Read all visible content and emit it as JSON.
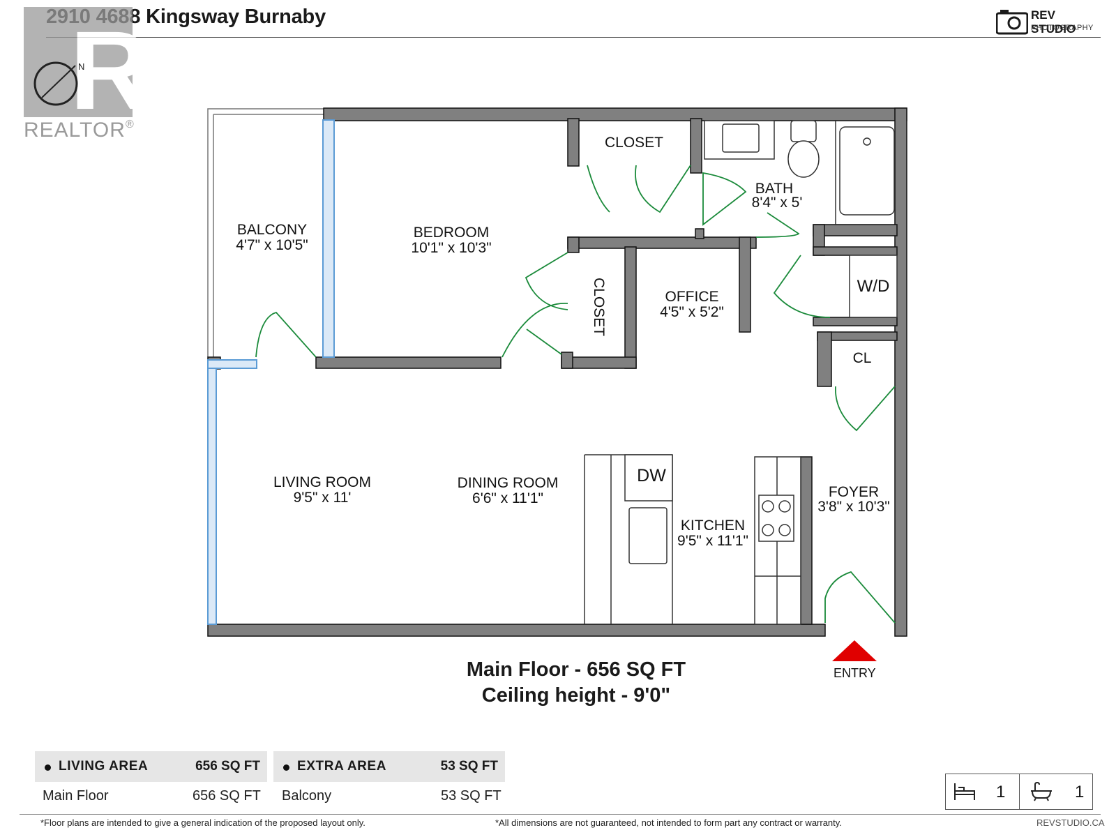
{
  "header": {
    "address": "2910 4688 Kingsway Burnaby",
    "brand_name": "REV STUDIO",
    "brand_sub": "PHOTOGRAPHY"
  },
  "watermark": {
    "word": "REALTOR",
    "mark": "®",
    "letter": "R"
  },
  "rooms": {
    "balcony": {
      "name": "BALCONY",
      "dims": "4'7\" x 10'5\""
    },
    "bedroom": {
      "name": "BEDROOM",
      "dims": "10'1\" x 10'3\""
    },
    "closet_top": {
      "name": "CLOSET"
    },
    "bath": {
      "name": "BATH",
      "dims": "8'4\" x 5'"
    },
    "closet_side": {
      "name": "CLOSET"
    },
    "office": {
      "name": "OFFICE",
      "dims": "4'5\" x 5'2\""
    },
    "wd": {
      "name": "W/D"
    },
    "cl": {
      "name": "CL"
    },
    "living": {
      "name": "LIVING ROOM",
      "dims": "9'5\" x 11'"
    },
    "dining": {
      "name": "DINING ROOM",
      "dims": "6'6\" x 11'1\""
    },
    "dw": {
      "name": "DW"
    },
    "kitchen": {
      "name": "KITCHEN",
      "dims": "9'5\" x 11'1\""
    },
    "foyer": {
      "name": "FOYER",
      "dims": "3'8\" x 10'3\""
    }
  },
  "entry_label": "ENTRY",
  "floor_info": {
    "line1": "Main Floor - 656 SQ FT",
    "line2": "Ceiling height - 9'0\""
  },
  "areas": {
    "living": {
      "label": "LIVING AREA",
      "total": "656 SQ FT",
      "row_name": "Main Floor",
      "row_value": "656  SQ FT"
    },
    "extra": {
      "label": "EXTRA AREA",
      "total": "53 SQ FT",
      "row_name": "Balcony",
      "row_value": "53 SQ FT"
    }
  },
  "counts": {
    "beds": "1",
    "baths": "1"
  },
  "footer": {
    "left": "*Floor plans are intended to give a general indication of the proposed layout only.",
    "middle": "*All dimensions are not guaranteed, not intended to form part any contract or warranty.",
    "right": "REVSTUDIO.CA"
  },
  "colors": {
    "wall": "#808080",
    "window": "#5b9bd5",
    "door": "#1a8a3a",
    "entry": "#e00000",
    "table_head": "#e6e6e6"
  }
}
